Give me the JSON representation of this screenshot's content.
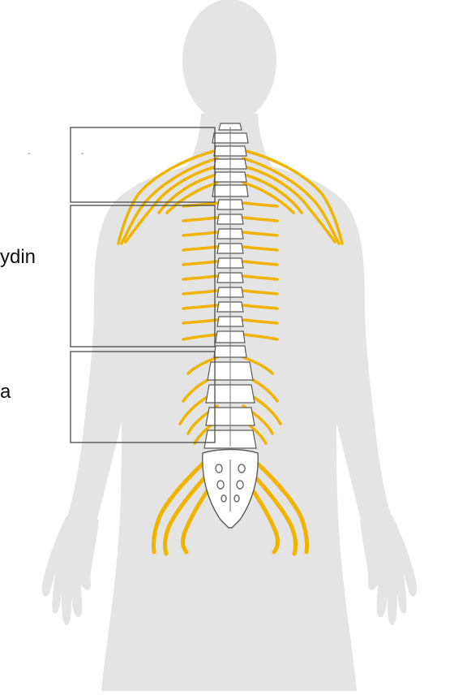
{
  "labels": {
    "thoracic_fragment": "ydin",
    "lumbar_fragment": "a",
    "cervical_dots": "- -"
  },
  "colors": {
    "background": "#ffffff",
    "body": "#e4e4e4",
    "nerve": "#f0b400",
    "nerve_outline": "#c98f00",
    "bone": "#ffffff",
    "bone_outline": "#5a5a5a",
    "bracket": "#4a4a4a",
    "text": "#111111"
  },
  "icons": [
    "human-silhouette",
    "spine-icon",
    "sacrum-icon",
    "spinal-nerves"
  ]
}
